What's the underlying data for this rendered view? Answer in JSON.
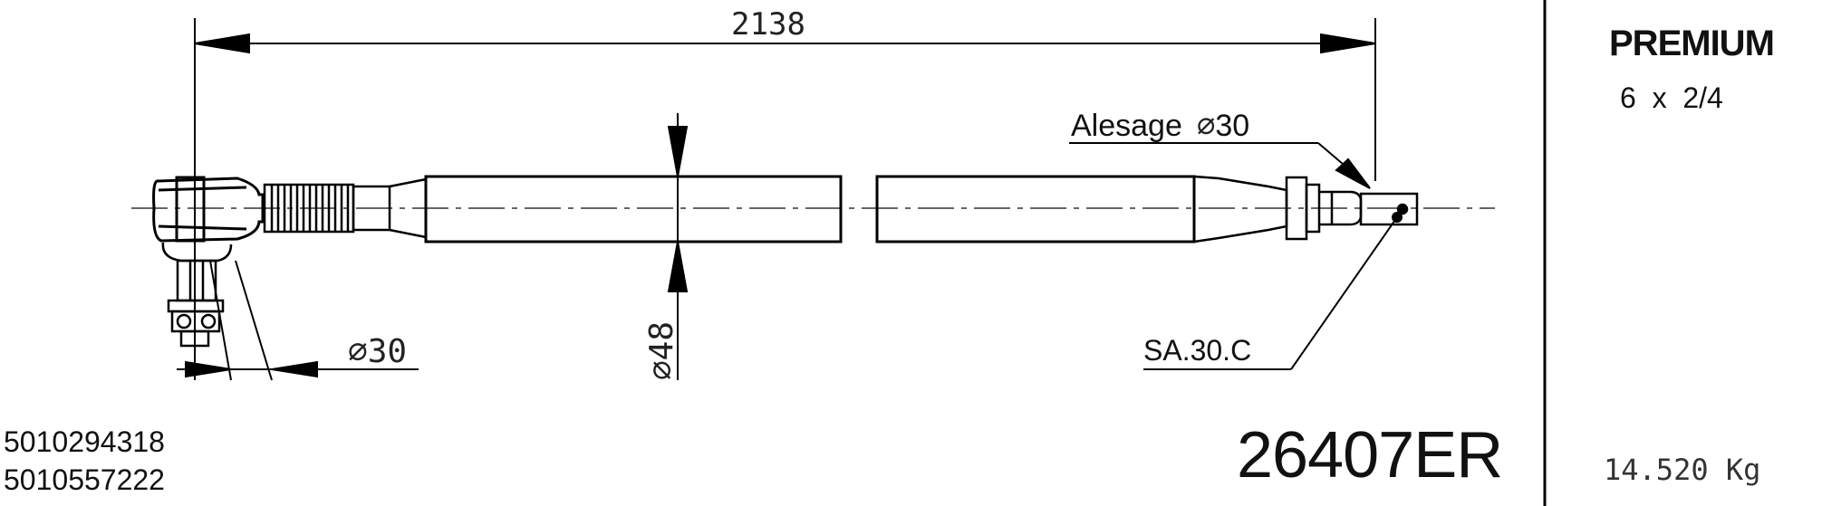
{
  "drawing": {
    "overall_length": "2138",
    "bore_label": "Alesage",
    "bore_diameter": "30",
    "left_diameter": "30",
    "tube_diameter": "48",
    "end_part_code": "SA.30.C"
  },
  "sidebar": {
    "model": "PREMIUM",
    "config": "6  x  2/4",
    "weight": "14.520 Kg"
  },
  "references": [
    "5010294318",
    "5010557222"
  ],
  "part_number": "26407ER"
}
